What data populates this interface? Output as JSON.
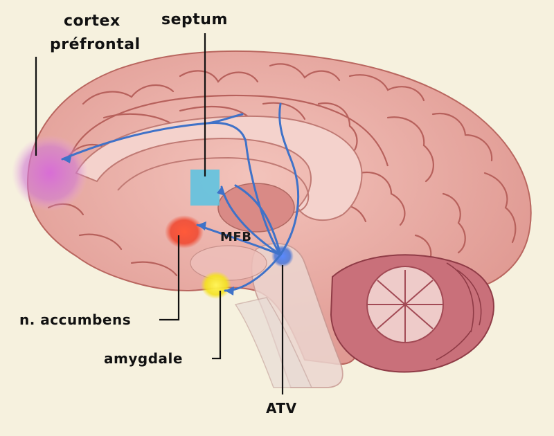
{
  "diagram": {
    "labels": {
      "cortex_line1": "cortex",
      "cortex_line2": "préfrontal",
      "septum": "septum",
      "mfb": "MFB",
      "accumbens": "n. accumbens",
      "amygdale": "amygdale",
      "atv": "ATV"
    },
    "colors": {
      "background": "#f6f1de",
      "brain_tissue": "#e8a7a0",
      "gyri_lines": "#b7615c",
      "pathways": "#3f72c8",
      "prefrontal_region": "#cc66cc",
      "septum_region": "#5fc3e0",
      "accumbens_region": "#ef4a32",
      "amygdala_region": "#f4e21f",
      "atv_region": "#3f6fd6",
      "cerebellum": "#b95a63",
      "label_lines": "#111111"
    }
  }
}
